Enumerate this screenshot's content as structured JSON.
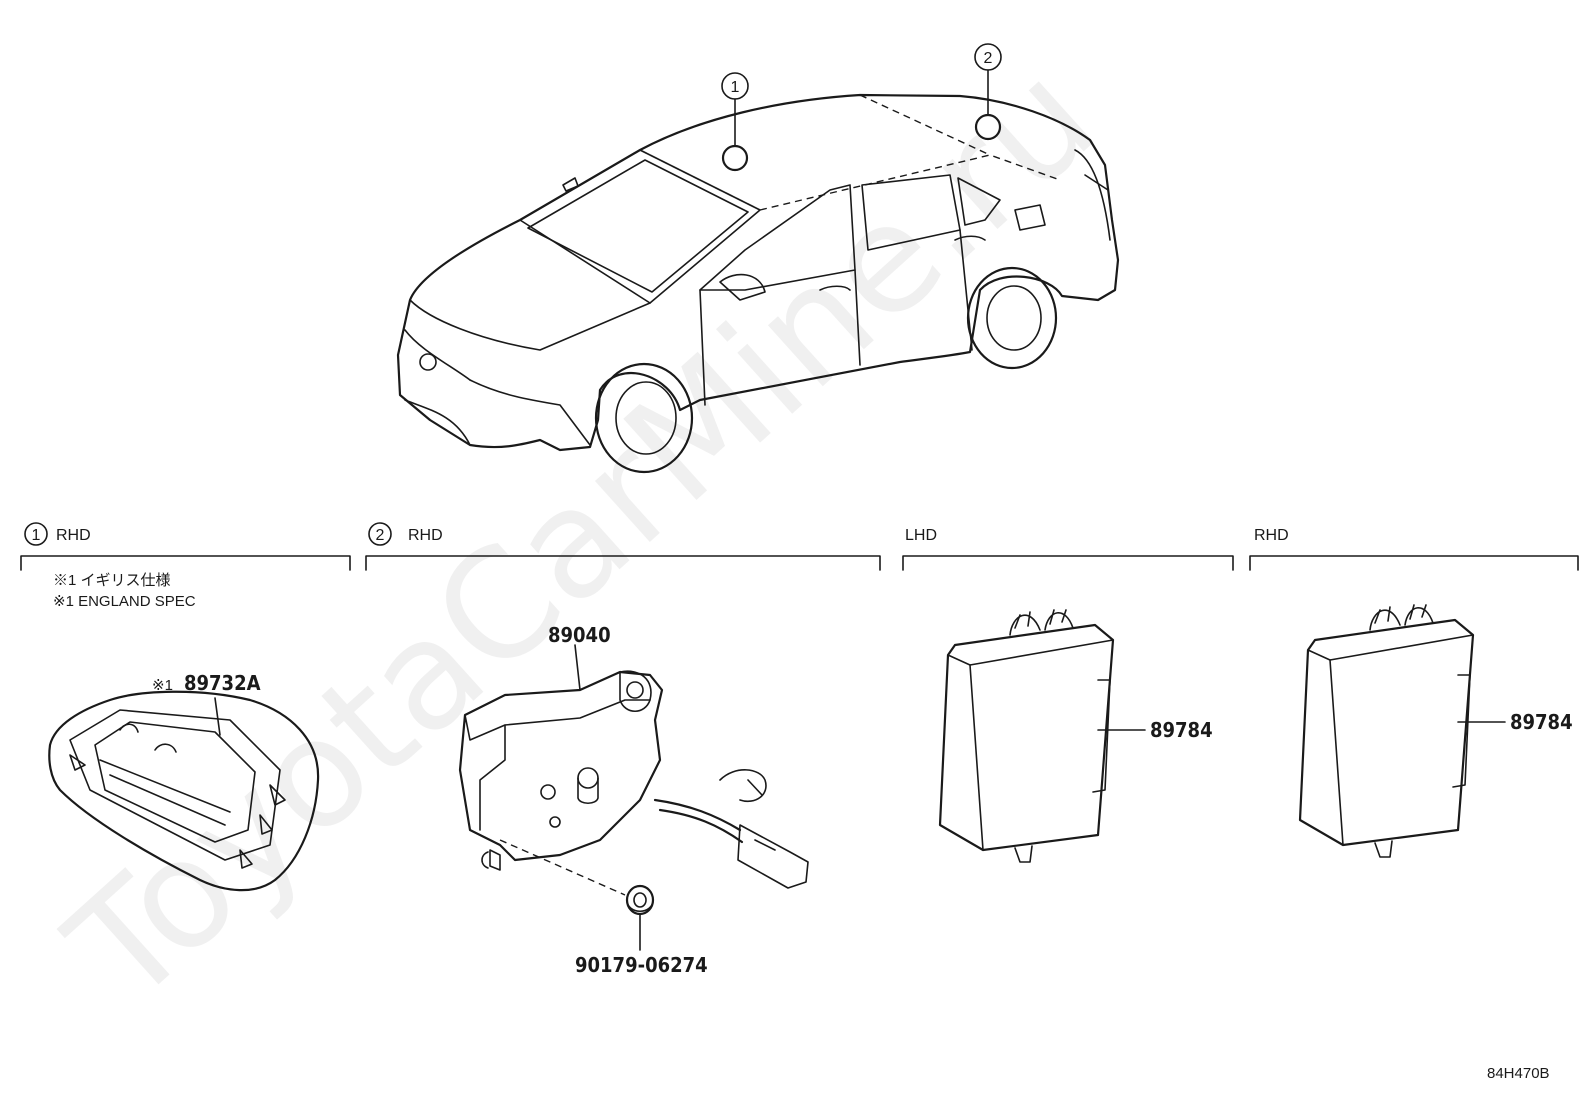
{
  "watermark": "ToyotaCarMine.ru",
  "diagram_code": "84H470B",
  "callouts": [
    "1",
    "2"
  ],
  "sections": [
    {
      "marker": "1",
      "label": "RHD"
    },
    {
      "marker": "2",
      "label": "RHD"
    },
    {
      "marker": "",
      "label": "LHD"
    },
    {
      "marker": "",
      "label": "RHD"
    }
  ],
  "notes": {
    "line1": "※1 イギリス仕様",
    "line2": "※1 ENGLAND SPEC"
  },
  "parts": {
    "tray": {
      "prefix": "※1",
      "number": "89732A"
    },
    "sensor": {
      "number": "89040"
    },
    "grommet": {
      "number": "90179-06274"
    },
    "ecu_lhd": {
      "number": "89784"
    },
    "ecu_rhd": {
      "number": "89784"
    }
  }
}
